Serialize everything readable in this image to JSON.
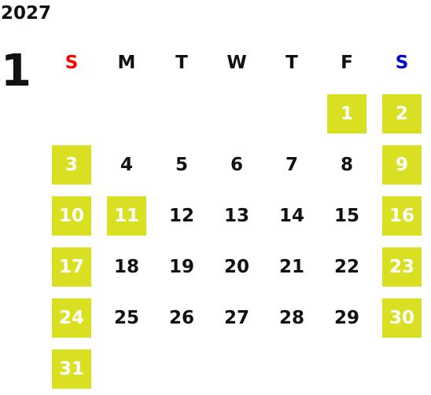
{
  "header": {
    "year": "2027",
    "month": "1"
  },
  "colors": {
    "highlight_bg": "#d9e021",
    "sunday_header": "#ff0000",
    "saturday_header": "#0000cc",
    "text": "#111111",
    "highlight_text": "#ffffff"
  },
  "weekdays": [
    "S",
    "M",
    "T",
    "W",
    "T",
    "F",
    "S"
  ],
  "weeks": [
    [
      null,
      null,
      null,
      null,
      null,
      "1",
      "2"
    ],
    [
      "3",
      "4",
      "5",
      "6",
      "7",
      "8",
      "9"
    ],
    [
      "10",
      "11",
      "12",
      "13",
      "14",
      "15",
      "16"
    ],
    [
      "17",
      "18",
      "19",
      "20",
      "21",
      "22",
      "23"
    ],
    [
      "24",
      "25",
      "26",
      "27",
      "28",
      "29",
      "30"
    ],
    [
      "31",
      null,
      null,
      null,
      null,
      null,
      null
    ]
  ],
  "highlighted_days": [
    "1",
    "2",
    "3",
    "9",
    "10",
    "11",
    "16",
    "17",
    "23",
    "24",
    "30",
    "31"
  ]
}
